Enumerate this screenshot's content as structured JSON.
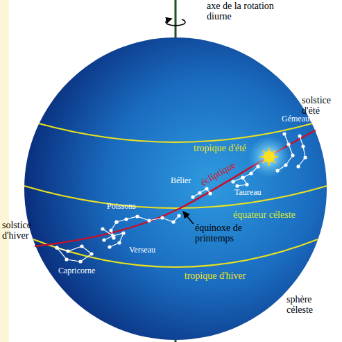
{
  "diagram": {
    "labels": [
      "axe de la rotation diurne",
      "solstice d'été",
      "tropique d'été",
      "Gémeaux",
      "Bélier",
      "écliptique",
      "Taureau",
      "Poissons",
      "équateur céleste",
      "équinoxe de printemps",
      "solstice d'hiver",
      "Verseau",
      "Capricorne",
      "tropique d'hiver",
      "sphère céleste"
    ]
  }
}
